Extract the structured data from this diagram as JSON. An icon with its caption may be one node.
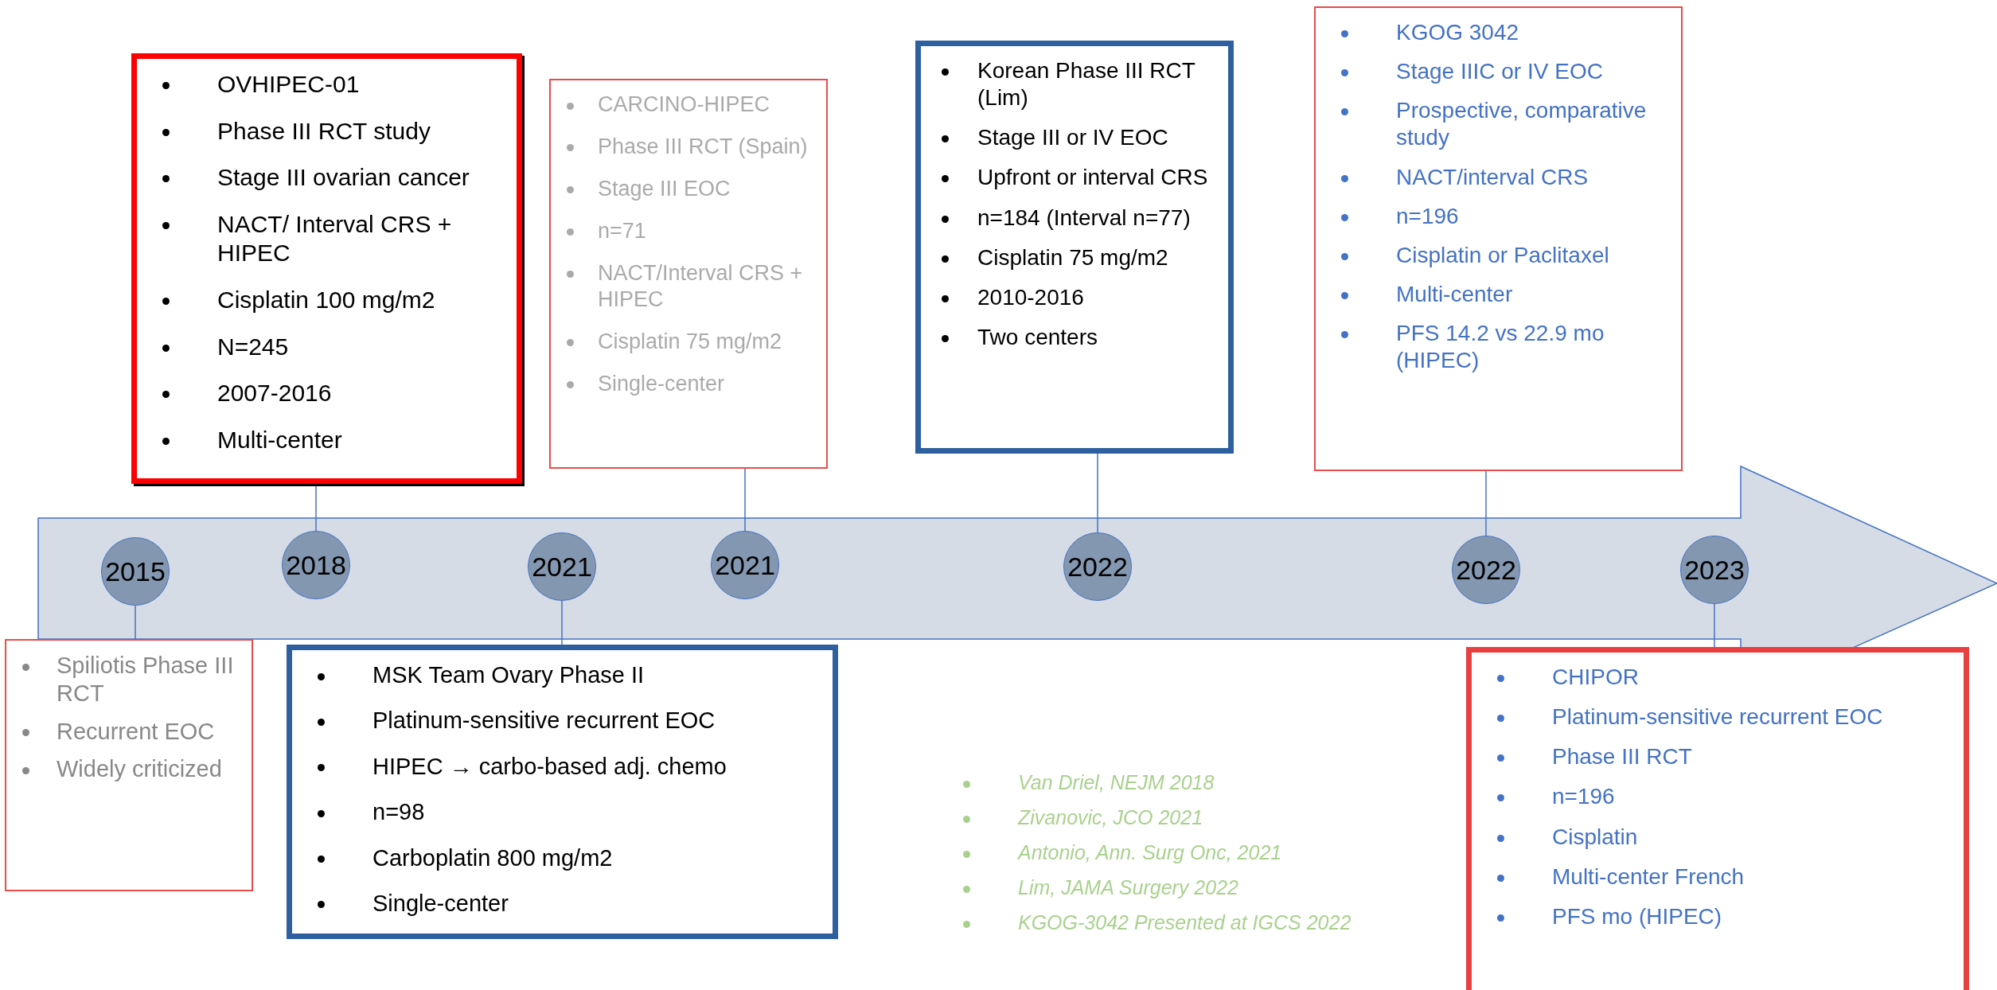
{
  "diagram": {
    "nodes": [
      {
        "text": [
          "2015"
        ]
      },
      {
        "text": [
          "2018"
        ]
      },
      {
        "text": [
          "2021"
        ]
      },
      {
        "text": [
          "2021"
        ]
      },
      {
        "text": [
          "2022"
        ]
      },
      {
        "text": [
          "2022"
        ]
      },
      {
        "text": [
          "2023"
        ]
      },
      {
        "text": [
          "OVHIPEC-01",
          "Phase III RCT study",
          "Stage III ovarian cancer",
          "NACT/ Interval CRS + HIPEC",
          "Cisplatin 100 mg/m2",
          "N=245",
          "2007-2016",
          "Multi-center"
        ]
      },
      {
        "text": [
          "CARCINO-HIPEC",
          "Phase III RCT (Spain)",
          "Stage III EOC",
          "n=71",
          "NACT/Interval CRS + HIPEC",
          "Cisplatin 75 mg/m2",
          "Single-center"
        ]
      },
      {
        "text": [
          "Korean Phase III RCT (Lim)",
          "Stage III or IV EOC",
          "Upfront or interval CRS",
          "n=184 (Interval n=77)",
          "Cisplatin 75 mg/m2",
          "2010-2016",
          "Two centers"
        ]
      },
      {
        "text": [
          "KGOG 3042",
          "Stage IIIC or IV EOC",
          "Prospective, comparative study",
          "NACT/interval CRS",
          "n=196",
          "Cisplatin or Paclitaxel",
          "Multi-center",
          "PFS 14.2 vs 22.9 mo (HIPEC)"
        ]
      },
      {
        "text": [
          "Spiliotis Phase III RCT",
          "Recurrent EOC",
          "Widely criticized"
        ]
      },
      {
        "text": [
          "MSK Team Ovary  Phase II",
          "Platinum-sensitive recurrent EOC",
          "HIPEC → carbo-based adj. chemo",
          "n=98",
          "Carboplatin 800 mg/m2",
          "Single-center"
        ]
      },
      {
        "text": [
          "CHIPOR",
          "Platinum-sensitive recurrent EOC",
          "Phase III RCT",
          "n=196",
          "Cisplatin",
          "Multi-center French",
          "PFS mo (HIPEC)"
        ]
      }
    ],
    "edges": [
      {
        "from": 7,
        "to": 1,
        "arrow": "none"
      },
      {
        "from": 8,
        "to": 3,
        "arrow": "none"
      },
      {
        "from": 9,
        "to": 4,
        "arrow": "none"
      },
      {
        "from": 10,
        "to": 5,
        "arrow": "none"
      },
      {
        "from": 11,
        "to": 0,
        "arrow": "none"
      },
      {
        "from": 12,
        "to": 2,
        "arrow": "none"
      },
      {
        "from": 13,
        "to": 6,
        "arrow": "none"
      }
    ],
    "labels": [
      "Van Driel, NEJM 2018",
      "Zivanovic, JCO 2021",
      "Antonio, Ann. Surg Onc, 2021",
      "Lim, JAMA Surgery 2022",
      "KGOG-3042 Presented at IGCS 2022"
    ]
  }
}
